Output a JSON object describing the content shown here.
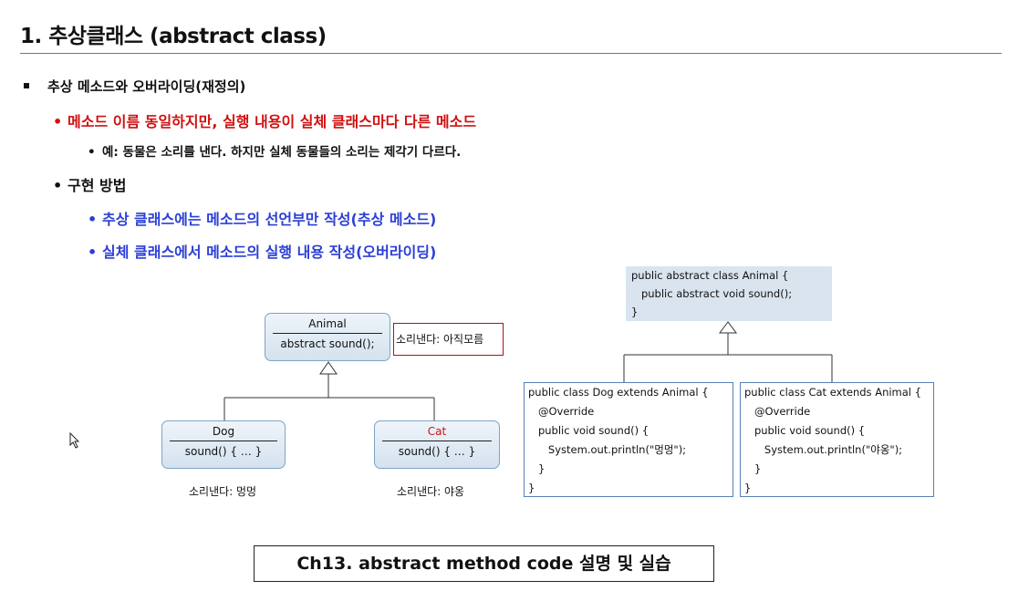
{
  "slide": {
    "title": "1. 추상클래스 (abstract class)",
    "bullets": {
      "l1": "추상 메소드와 오버라이딩(재정의)",
      "l2a": "메소드 이름 동일하지만, 실행 내용이 실체 클래스마다 다른 메소드",
      "l3": "예: 동물은 소리를 낸다. 하지만 실체 동물들의 소리는 제각기 다르다.",
      "l2b": "구현 방법",
      "l4a": "추상 클래스에는 메소드의 선언부만 작성(추상 메소드)",
      "l4b": "실체 클래스에서 메소드의 실행 내용 작성(오버라이딩)"
    },
    "bullet_marks": {
      "round": "•"
    },
    "colors": {
      "red": "#d01010",
      "blue": "#2b3fd6"
    },
    "uml": {
      "animal": {
        "name": "Animal",
        "method": "abstract sound();"
      },
      "note": "소리낸다: 아직모름",
      "dog": {
        "name": "Dog",
        "method": "sound() { … }",
        "caption": "소리낸다: 멍멍"
      },
      "cat": {
        "name": "Cat",
        "method": "sound() { … }",
        "caption": "소리낸다: 야옹"
      }
    },
    "code": {
      "animal": "public abstract class Animal {\n   public abstract void sound();\n}",
      "dog": "public class Dog extends Animal {\n   @Override\n   public void sound() {\n      System.out.println(\"멍멍\");\n   }\n}",
      "cat": "public class Cat extends Animal {\n   @Override\n   public void sound() {\n      System.out.println(\"야옹\");\n   }\n}"
    },
    "subtitle": "Ch13. abstract method code 설명 및 실습",
    "cursor_icon": "mouse-pointer-icon"
  }
}
